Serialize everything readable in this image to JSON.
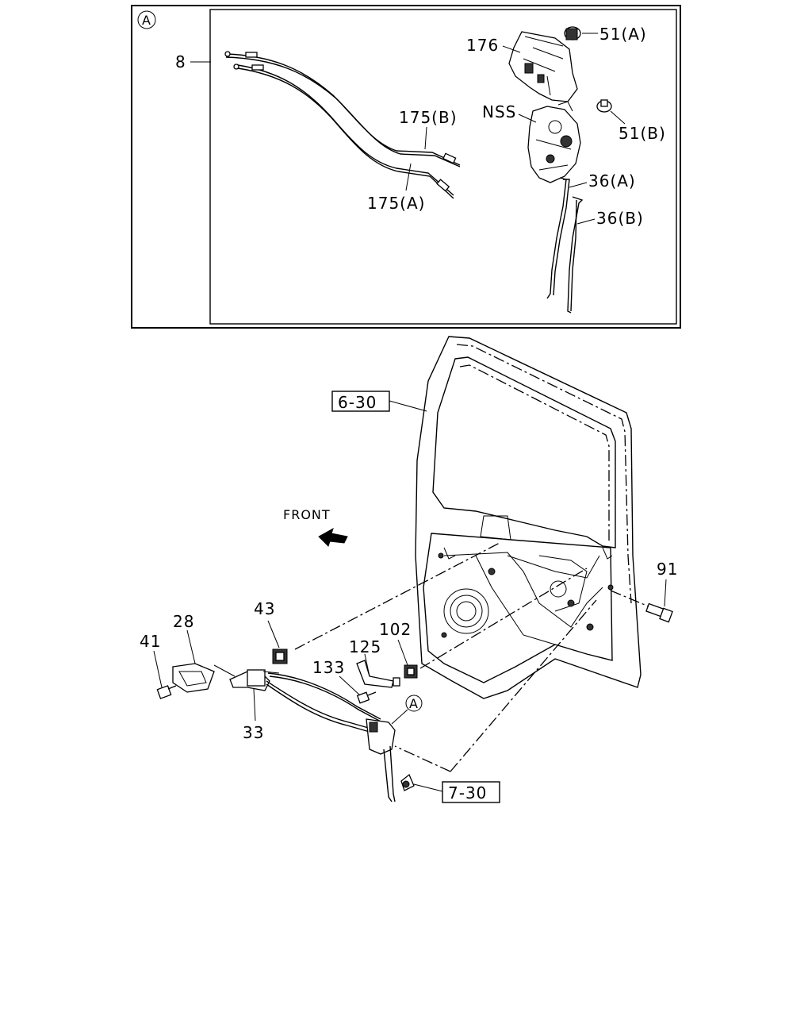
{
  "detail": {
    "marker": "A",
    "labels": {
      "cable_assembly": "8",
      "lock_actuator": "176",
      "clip_a": "51(A)",
      "clip_b": "51(B)",
      "nss": "NSS",
      "cable_b": "175(B)",
      "cable_a": "175(A)",
      "rod_a": "36(A)",
      "rod_b": "36(B)"
    }
  },
  "main": {
    "direction_label": "FRONT",
    "labels": {
      "door_panel_ref": "6-30",
      "lock_ref": "7-30",
      "bolt_91": "91",
      "bushing_43": "43",
      "handle_28": "28",
      "screw_41": "41",
      "handle_33": "33",
      "bracket_125": "125",
      "clip_102": "102",
      "screw_133": "133",
      "callout_a": "A"
    }
  }
}
